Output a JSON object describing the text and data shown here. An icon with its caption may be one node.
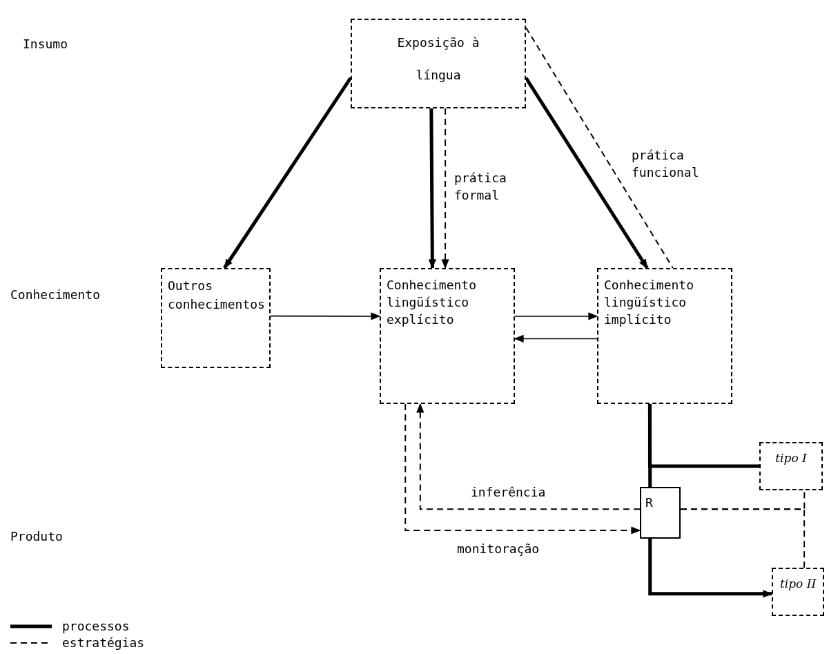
{
  "diagram": {
    "nodes": [
      {
        "text": [
          "Exposição à língua"
        ]
      },
      {
        "text": [
          "Outros conhecimentos"
        ]
      },
      {
        "text": [
          "Conhecimento lingüístico explícito"
        ]
      },
      {
        "text": [
          "Conhecimento lingüístico implícito"
        ]
      },
      {
        "text": [
          "R"
        ]
      },
      {
        "text": [
          "tipo I"
        ]
      },
      {
        "text": [
          "tipo II"
        ]
      }
    ],
    "edges": [
      {
        "from": 0,
        "to": 1,
        "arrow": "to",
        "style": "thick"
      },
      {
        "from": 0,
        "to": 2,
        "arrow": "to",
        "style": "thick"
      },
      {
        "from": 0,
        "to": 2,
        "arrow": "to",
        "style": "dashed",
        "label": "prática formal"
      },
      {
        "from": 0,
        "to": 3,
        "arrow": "to",
        "style": "thick"
      },
      {
        "from": 0,
        "to": 3,
        "arrow": "none",
        "style": "dashed",
        "label": "prática funcional"
      },
      {
        "from": 1,
        "to": 2,
        "arrow": "to"
      },
      {
        "from": 2,
        "to": 3,
        "arrow": "to"
      },
      {
        "from": 3,
        "to": 2,
        "arrow": "to"
      },
      {
        "from": 2,
        "to": 4,
        "arrow": "to",
        "style": "dashed",
        "label": "monitoração"
      },
      {
        "from": 4,
        "to": 2,
        "arrow": "to",
        "style": "dashed",
        "label": "inferência"
      },
      {
        "from": 3,
        "to": 4,
        "arrow": "none",
        "style": "thick"
      },
      {
        "from": 3,
        "to": 5,
        "arrow": "none",
        "style": "thick"
      },
      {
        "from": 4,
        "to": 6,
        "arrow": "to",
        "style": "thick"
      },
      {
        "from": 4,
        "to": 5,
        "arrow": "none",
        "style": "dashed"
      },
      {
        "from": 4,
        "to": 6,
        "arrow": "none",
        "style": "dashed"
      }
    ],
    "labels": [
      "Insumo",
      "Conhecimento",
      "Produto"
    ],
    "legend": [
      {
        "text": "processos"
      },
      {
        "text": "estratégias"
      }
    ]
  }
}
